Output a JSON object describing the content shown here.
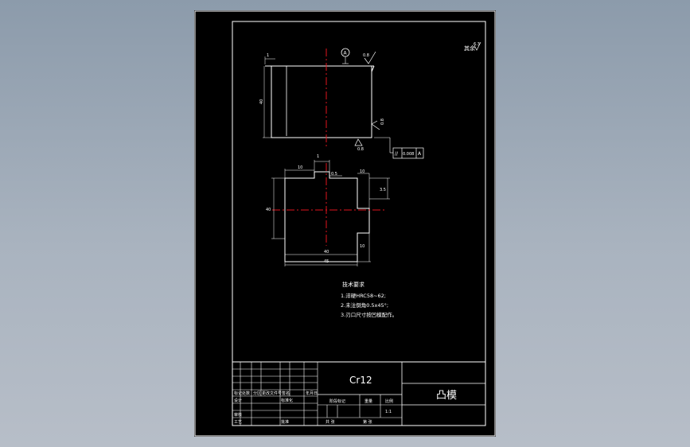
{
  "drawing": {
    "roughness_corner": "其余",
    "roughness_corner_value": "6.3",
    "datum_label": "A",
    "front_view": {
      "roughness_top": "0.8",
      "roughness_side": "0.8",
      "roughness_bottom": "0.8",
      "height_dim": "40",
      "top_offset_dim": "1"
    },
    "tolerance_frame": {
      "symbol": "//",
      "value": "0.008",
      "datum": "A"
    },
    "plan_view": {
      "dim_top_left": "10",
      "dim_top_small": "1",
      "dim_top_mid": "0.5",
      "dim_right_top": "10",
      "dim_right_upper": "3.5",
      "dim_right_lower": "10",
      "dim_left_height": "40",
      "dim_bottom_inner": "40",
      "dim_bottom_total": "45"
    },
    "notes": {
      "title": "技术要求",
      "lines": [
        "1.淬硬HRC58~62;",
        "2.未注倒角0.5x45°;",
        "3.刃口尺寸按凹模配作。"
      ]
    }
  },
  "title_block": {
    "material": "Cr12",
    "part_name": "凸模",
    "left_rows": [
      [
        "标记",
        "处数",
        "分区",
        "更改文件号",
        "签名",
        "年月日"
      ],
      [
        "设计",
        "",
        "标准化",
        "",
        "",
        ""
      ],
      [
        "审核",
        "",
        "",
        "",
        "",
        ""
      ],
      [
        "工艺",
        "",
        "批准",
        "",
        "",
        ""
      ]
    ],
    "stage_label": "阶段标记",
    "weight_label": "重量",
    "scale_label": "比例",
    "scale_value": "1:1",
    "sheet_count": "共 张",
    "sheet_no": "第 张"
  }
}
